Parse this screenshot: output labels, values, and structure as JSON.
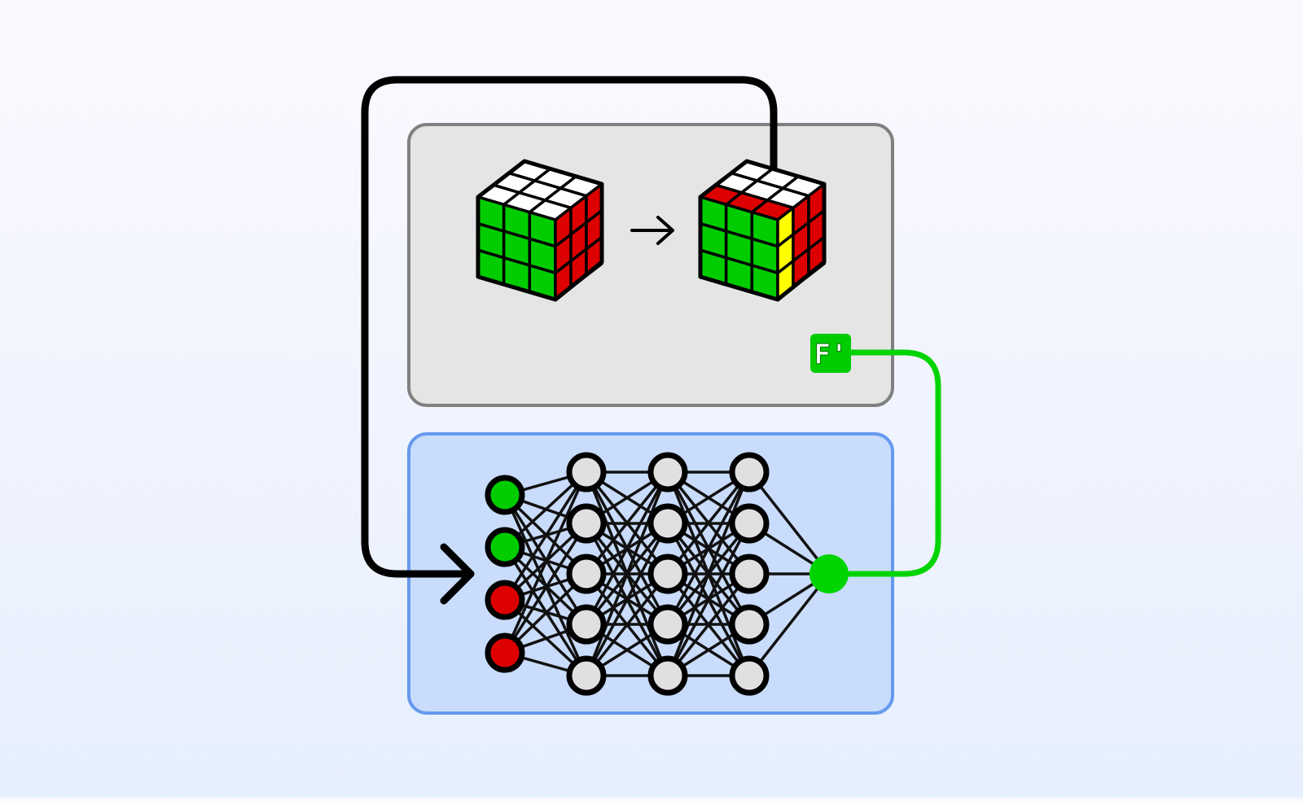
{
  "colors": {
    "cube_top": "#ffffff",
    "cube_front": "#00cc00",
    "cube_side": "#dd0000",
    "cube_yellow": "#ffff00",
    "environment_panel_fill": "#e5e5e5",
    "environment_panel_stroke": "#808080",
    "network_panel_fill": "#c9dcfb",
    "network_panel_stroke": "#6699ee",
    "feedback_loop": "#000000",
    "action_line": "#00d400",
    "neuron_fill": "#e0e0e0",
    "input_neuron_green": "#00cc00",
    "input_neuron_red": "#dd0000",
    "output_neuron": "#00d400"
  },
  "environment": {
    "cube_before": {
      "top": [
        "white",
        "white",
        "white",
        "white",
        "white",
        "white",
        "white",
        "white",
        "white"
      ],
      "front": [
        "green",
        "green",
        "green",
        "green",
        "green",
        "green",
        "green",
        "green",
        "green"
      ],
      "side": [
        "red",
        "red",
        "red",
        "red",
        "red",
        "red",
        "red",
        "red",
        "red"
      ]
    },
    "cube_after": {
      "top": [
        "white",
        "white",
        "white",
        "white",
        "white",
        "white",
        "red",
        "red",
        "red"
      ],
      "front": [
        "green",
        "green",
        "green",
        "green",
        "green",
        "green",
        "green",
        "green",
        "green"
      ],
      "side": [
        "yellow",
        "red",
        "red",
        "yellow",
        "red",
        "red",
        "yellow",
        "red",
        "red"
      ]
    },
    "arrow_icon": "right-arrow-icon"
  },
  "action": {
    "move_label": "F'"
  },
  "network": {
    "input_neurons": [
      "green",
      "green",
      "red",
      "red"
    ],
    "hidden_layers": [
      5,
      5,
      5
    ],
    "output_neurons": 1
  }
}
